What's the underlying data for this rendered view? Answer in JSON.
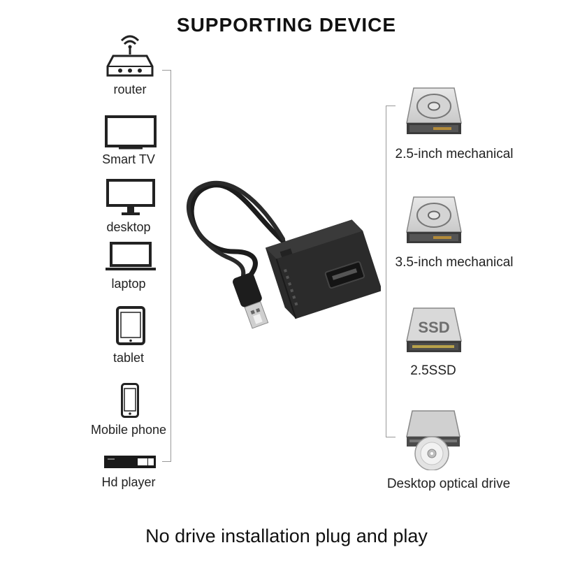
{
  "title": "SUPPORTING DEVICE",
  "devices": [
    {
      "label": "router",
      "icon": "router-icon"
    },
    {
      "label": "Smart TV",
      "icon": "smart-tv-icon"
    },
    {
      "label": "desktop",
      "icon": "desktop-monitor-icon"
    },
    {
      "label": "laptop",
      "icon": "laptop-icon"
    },
    {
      "label": "tablet",
      "icon": "tablet-icon"
    },
    {
      "label": "Mobile phone",
      "icon": "mobile-phone-icon"
    },
    {
      "label": "Hd player",
      "icon": "hd-player-icon"
    }
  ],
  "drives": [
    {
      "label": "2.5-inch mechanical",
      "icon": "hard-drive-icon"
    },
    {
      "label": "3.5-inch mechanical",
      "icon": "hard-drive-icon"
    },
    {
      "label": "2.5SSD",
      "icon": "ssd-icon",
      "badge": "SSD"
    },
    {
      "label": "Desktop optical drive",
      "icon": "optical-drive-icon"
    }
  ],
  "product": {
    "icon": "usb-ide-sata-adapter-cable-icon"
  },
  "footer": "No drive installation plug and play"
}
